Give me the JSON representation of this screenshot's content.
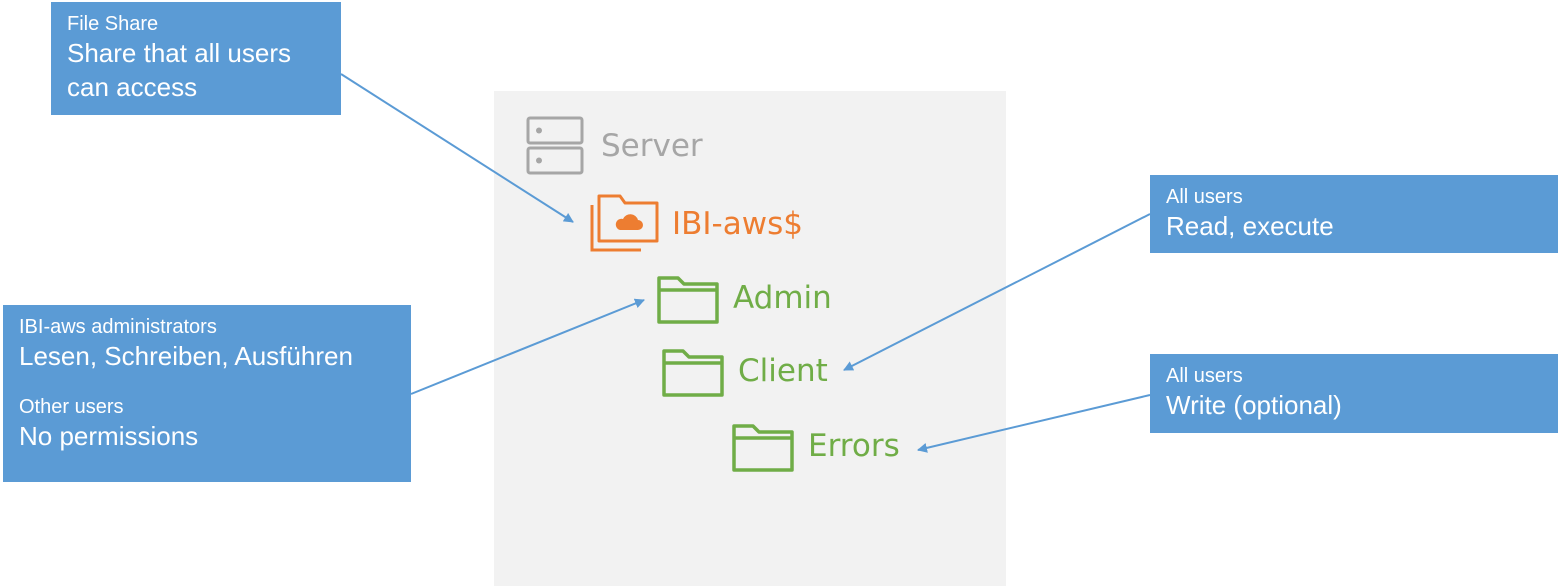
{
  "server": {
    "label": "Server"
  },
  "share": {
    "label": "IBI-aws$"
  },
  "folders": {
    "admin": "Admin",
    "client": "Client",
    "errors": "Errors"
  },
  "callouts": {
    "file_share": {
      "title": "File Share",
      "text": "Share that all users can access"
    },
    "admins": {
      "group1": "IBI-aws administrators",
      "perm1": "Lesen, Schreiben, Ausführen",
      "group2": "Other users",
      "perm2": "No permissions"
    },
    "client_perm": {
      "group": "All users",
      "perm": "Read, execute"
    },
    "errors_perm": {
      "group": "All users",
      "perm": "Write (optional)"
    }
  },
  "colors": {
    "callout": "#5b9bd5",
    "share": "#ed7d31",
    "folder": "#70ad47",
    "server": "#a6a6a6",
    "panel": "#f2f2f2"
  },
  "icons": [
    "server-icon",
    "cloud-folder-icon",
    "folder-icon"
  ]
}
